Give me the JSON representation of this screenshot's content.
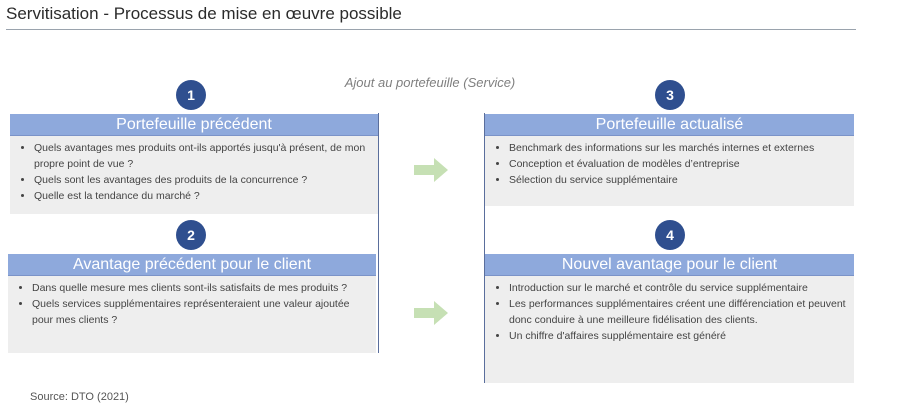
{
  "header": {
    "title": "Servitisation - Processus de mise en œuvre possible"
  },
  "subtitle": "Ajout au portefeuille (Service)",
  "steps": [
    {
      "number": "1",
      "title": "Portefeuille précédent",
      "items": [
        "Quels avantages mes produits ont-ils apportés jusqu'à présent, de mon propre point de vue ?",
        "Quels sont les avantages des produits de la concurrence ?",
        "Quelle est la tendance du marché ?"
      ]
    },
    {
      "number": "2",
      "title": "Avantage précédent pour le client",
      "items": [
        "Dans quelle mesure mes clients sont-ils satisfaits de mes produits ?",
        "Quels services supplémentaires représenteraient une valeur ajoutée pour mes clients ?"
      ]
    },
    {
      "number": "3",
      "title": "Portefeuille actualisé",
      "items": [
        "Benchmark des informations sur les marchés internes et externes",
        "Conception et évaluation de modèles d’entreprise",
        "Sélection du service supplémentaire"
      ]
    },
    {
      "number": "4",
      "title": "Nouvel avantage pour le client",
      "items": [
        "Introduction sur le marché et contrôle du service supplémentaire",
        "Les performances supplémentaires créent une différenciation et peuvent donc conduire à une meilleure fidélisation des clients.",
        "Un chiffre d'affaires supplémentaire est généré"
      ]
    }
  ],
  "source": "Source:  DTO (2021)",
  "colors": {
    "header_blue": "#8ea9dc",
    "circle_navy": "#2f4f8f",
    "arrow_green": "#c6e0b4",
    "panel_gray": "#eeeeee"
  }
}
